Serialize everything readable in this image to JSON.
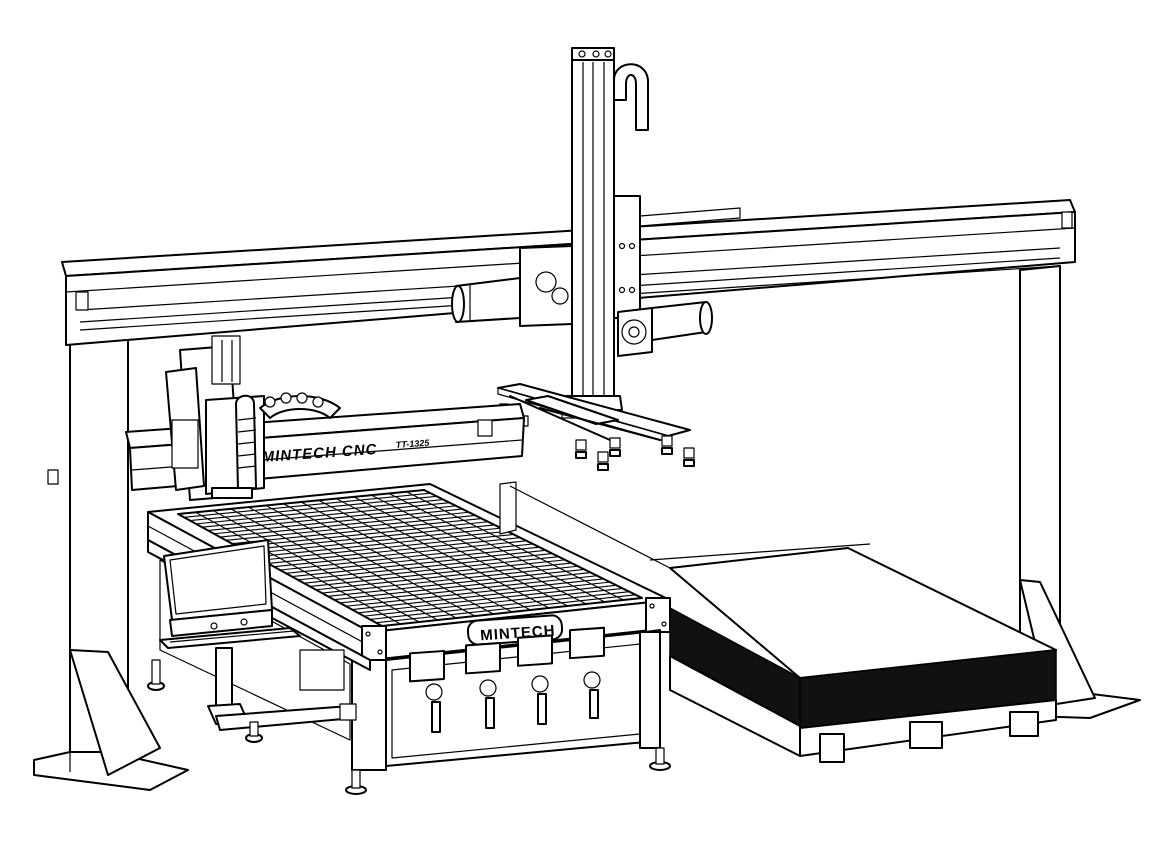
{
  "machine": {
    "gantry_label": "MINTECH CNC",
    "model_label": "TT-1325",
    "front_logo": "MINTECH"
  }
}
